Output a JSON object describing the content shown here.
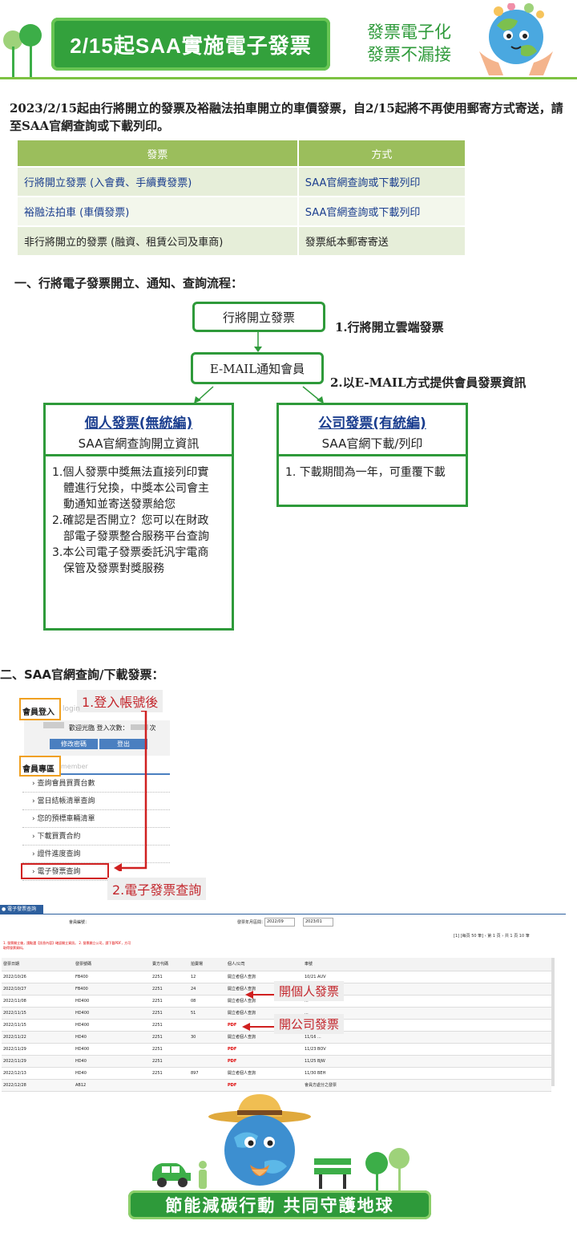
{
  "header": {
    "title": "2/15起SAA實施電子發票",
    "slogan_line1": "發票電子化",
    "slogan_line2": "發票不漏接"
  },
  "intro": "2023/2/15起由行將開立的發票及裕融法拍車開立的車價發票，自2/15起將不再使用郵寄方式寄送，請至SAA官網查詢或下載列印。",
  "invoice_table": {
    "headers": [
      "發票",
      "方式"
    ],
    "rows": [
      [
        "行將開立發票 (入會費、手續費發票)",
        "SAA官網查詢或下載列印"
      ],
      [
        "裕融法拍車 (車價發票)",
        "SAA官網查詢或下載列印"
      ],
      [
        "非行將開立的發票 (融資、租賃公司及車商)",
        "發票紙本郵寄寄送"
      ]
    ]
  },
  "section1": {
    "title": "一、行將電子發票開立、通知、查詢流程：",
    "step1_box": "行將開立發票",
    "step1_note": "1.行將開立雲端發票",
    "step2_box": "E-MAIL通知會員",
    "step2_note": "2.以E-MAIL方式提供會員發票資訊",
    "personal": {
      "title": "個人發票(無統編)",
      "sub": "SAA官網查詢開立資訊",
      "items": [
        "1.個人發票中獎無法直接列印實體進行兌換，中獎本公司會主動通知並寄送發票給您",
        "2.確認是否開立？您可以在財政部電子發票整合服務平台查詢",
        "3.本公司電子發票委託汎宇電商保管及發票對獎服務"
      ]
    },
    "company": {
      "title": "公司發票(有統編)",
      "sub": "SAA官網下載/列印",
      "items": [
        "1. 下載期間為一年，可重覆下載"
      ]
    }
  },
  "section2": {
    "title": "二、SAA官網查詢/下載發票：",
    "callout1": "1.登入帳號後",
    "callout2": "2.電子發票查詢",
    "login": {
      "heading": "會員登入",
      "heading_en": "login",
      "welcome": "歡迎光臨  登入次數：",
      "count_suffix": "次",
      "btn_change": "修改密碼",
      "btn_logout": "登出"
    },
    "member": {
      "heading": "會員專區",
      "heading_en": "member",
      "items": [
        "查詢會員買賣台數",
        "當日結帳清單查詢",
        "您的預標車輛清單",
        "下載買賣合約",
        "證件進度查詢",
        "電子發票查詢"
      ]
    }
  },
  "inv_query": {
    "tab": "電子發票查詢",
    "member_no_label": "會員編號：",
    "date_label": "發票年月區間：",
    "date_from": "2022/09",
    "date_to": "2023/01",
    "pager": "[1]  [每頁 50  筆] ‹ 第 1  頁 › 共 1 頁 10 筆",
    "notes": "1. 發票開立後，請點選【訊息內容】確認開立資訊。  2. 發票開立公司，請下載PDF，方可取得發票資料。",
    "columns": [
      "發票日期",
      "發票號碼",
      "賣方代碼",
      "拍賣場",
      "個人/公司",
      "車號"
    ],
    "rows": [
      [
        "2022/10/26",
        "FB400",
        "2251",
        "12",
        "開立者個人查詢",
        "10/21 AUV"
      ],
      [
        "2022/10/27",
        "FB400",
        "2251",
        "24",
        "開立者個人查詢",
        "10/25 ..."
      ],
      [
        "2022/11/08",
        "HD400",
        "2251",
        "08",
        "開立者個人查詢",
        "..."
      ],
      [
        "2022/11/15",
        "HD400",
        "2251",
        "51",
        "開立者個人查詢",
        "..."
      ],
      [
        "2022/11/15",
        "HD400",
        "2251",
        "",
        "PDF",
        "..."
      ],
      [
        "2022/11/22",
        "HD40",
        "2251",
        "30",
        "開立者個人查詢",
        "11/16 ..."
      ],
      [
        "2022/11/29",
        "HD400",
        "2251",
        "",
        "PDF",
        "11/23 BOV"
      ],
      [
        "2022/11/29",
        "HD40",
        "2251",
        "",
        "PDF",
        "11/25 BJW"
      ],
      [
        "2022/12/13",
        "HD40",
        "2251",
        "897",
        "開立者個人查詢",
        "11/30 BEH"
      ],
      [
        "2022/12/28",
        "AB12",
        "",
        "",
        "PDF",
        "會員方處分之發票"
      ]
    ],
    "label_personal": "開個人發票",
    "label_company": "開公司發票"
  },
  "footer": {
    "slogan": "節能減碳行動  共同守護地球"
  }
}
